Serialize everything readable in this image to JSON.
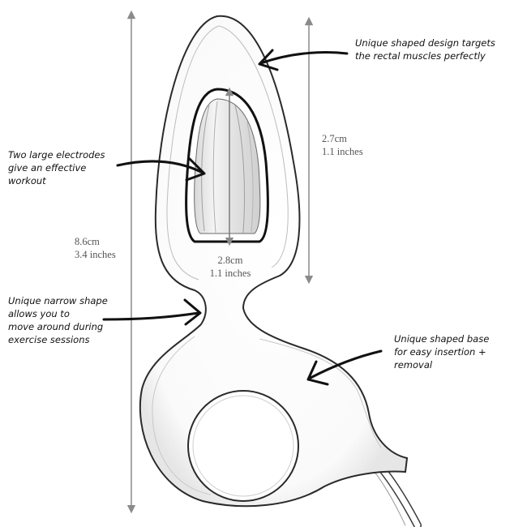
{
  "measurements": {
    "total_length": {
      "cm": "8.6cm",
      "inches": "3.4 inches"
    },
    "tip_length": {
      "cm": "2.7cm",
      "inches": "1.1 inches"
    },
    "electrode_length": {
      "cm": "2.8cm",
      "inches": "1.1 inches"
    }
  },
  "callouts": {
    "tip": [
      "Unique shaped design targets",
      "the rectal muscles perfectly"
    ],
    "electrodes": [
      "Two large electrodes",
      "give an effective",
      "workout"
    ],
    "neck": [
      "Unique narrow shape",
      "allows you to",
      "move around during",
      "exercise sessions"
    ],
    "base": [
      "Unique shaped base",
      "for easy insertion +",
      "removal"
    ]
  },
  "colors": {
    "outline": "#2a2a2a",
    "dimension_line": "#8a8a8a",
    "arrow": "#111111"
  }
}
